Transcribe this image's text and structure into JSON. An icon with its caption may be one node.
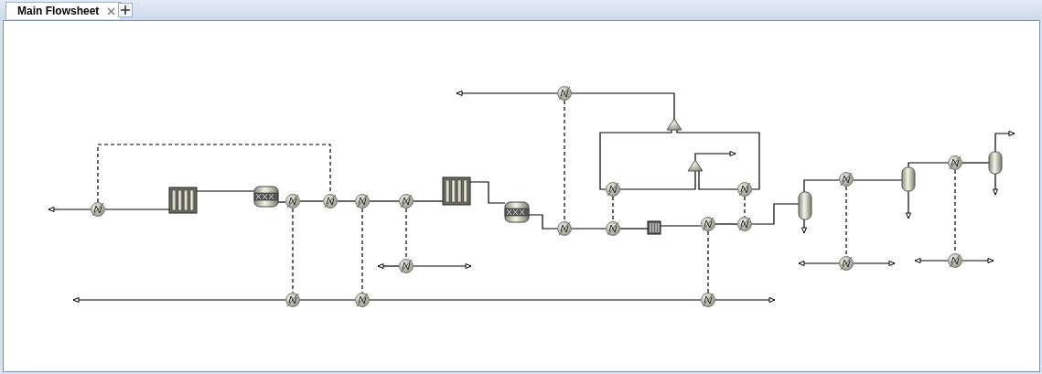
{
  "diagram": {
    "nodes": [
      {
        "text": [],
        "shape": "picture"
      },
      {
        "text": [],
        "shape": "picture"
      },
      {
        "text": [],
        "shape": "picture"
      },
      {
        "text": [],
        "shape": "picture"
      },
      {
        "text": [],
        "shape": "picture"
      },
      {
        "text": [],
        "shape": "picture"
      },
      {
        "text": [],
        "shape": "picture"
      },
      {
        "text": [],
        "shape": "picture"
      },
      {
        "text": [],
        "shape": "picture"
      },
      {
        "text": [],
        "shape": "picture"
      },
      {
        "text": [],
        "shape": "picture"
      },
      {
        "text": [],
        "shape": "picture"
      },
      {
        "text": [],
        "shape": "picture"
      },
      {
        "text": [],
        "shape": "picture"
      },
      {
        "text": [],
        "shape": "picture"
      },
      {
        "text": [],
        "shape": "triangle"
      },
      {
        "text": [],
        "shape": "triangle"
      },
      {
        "text": [],
        "shape": "picture"
      },
      {
        "text": [],
        "shape": "picture"
      },
      {
        "text": [],
        "shape": "picture"
      },
      {
        "text": [],
        "shape": "picture"
      },
      {
        "text": [],
        "shape": "picture"
      },
      {
        "text": [],
        "shape": "picture"
      },
      {
        "text": [],
        "shape": "picture"
      },
      {
        "text": [],
        "shape": "picture"
      },
      {
        "text": [],
        "shape": "picture"
      },
      {
        "text": [],
        "shape": "picture"
      },
      {
        "text": [],
        "shape": "picture"
      },
      {
        "text": [],
        "shape": "picture"
      },
      {
        "text": [],
        "shape": "picture"
      }
    ],
    "edges": [
      {
        "from": 0,
        "to": null,
        "arrow": "to"
      },
      {
        "from": 0,
        "to": 1,
        "arrow": "none"
      },
      {
        "from": 1,
        "to": 2,
        "arrow": "none"
      },
      {
        "from": 2,
        "to": 3,
        "arrow": "none"
      },
      {
        "from": 3,
        "to": 4,
        "arrow": "none"
      },
      {
        "from": 4,
        "to": 5,
        "arrow": "none"
      },
      {
        "from": 5,
        "to": 6,
        "arrow": "none"
      },
      {
        "from": 6,
        "to": 7,
        "arrow": "none"
      },
      {
        "from": 7,
        "to": 8,
        "arrow": "none"
      },
      {
        "from": 8,
        "to": 9,
        "arrow": "none"
      },
      {
        "from": 9,
        "to": 10,
        "arrow": "none"
      },
      {
        "from": 10,
        "to": 11,
        "arrow": "none"
      },
      {
        "from": 11,
        "to": 12,
        "arrow": "none"
      },
      {
        "from": 12,
        "to": 13,
        "arrow": "none"
      },
      {
        "from": 13,
        "to": 23,
        "arrow": "none"
      },
      {
        "from": 23,
        "to": 24,
        "arrow": "none"
      },
      {
        "from": 23,
        "to": null,
        "arrow": "to"
      },
      {
        "from": 24,
        "to": 25,
        "arrow": "none"
      },
      {
        "from": 25,
        "to": 26,
        "arrow": "none"
      },
      {
        "from": 25,
        "to": null,
        "arrow": "to"
      },
      {
        "from": 26,
        "to": 27,
        "arrow": "none"
      },
      {
        "from": 27,
        "to": null,
        "arrow": "to"
      },
      {
        "from": 27,
        "to": null,
        "arrow": "to"
      },
      {
        "from": 15,
        "to": 14,
        "arrow": "none"
      },
      {
        "from": 14,
        "to": null,
        "arrow": "to"
      },
      {
        "from": 17,
        "to": 15,
        "arrow": "none"
      },
      {
        "from": 18,
        "to": 15,
        "arrow": "none"
      },
      {
        "from": 17,
        "to": 16,
        "arrow": "none"
      },
      {
        "from": 16,
        "to": 18,
        "arrow": "none"
      },
      {
        "from": 16,
        "to": null,
        "arrow": "to"
      },
      {
        "from": 19,
        "to": null,
        "arrow": "to"
      },
      {
        "from": 19,
        "to": null,
        "arrow": "to"
      },
      {
        "from": 20,
        "to": null,
        "arrow": "to"
      },
      {
        "from": 20,
        "to": 21,
        "arrow": "none"
      },
      {
        "from": 21,
        "to": 22,
        "arrow": "none"
      },
      {
        "from": 22,
        "to": null,
        "arrow": "to"
      },
      {
        "from": 28,
        "to": null,
        "arrow": "to"
      },
      {
        "from": 28,
        "to": null,
        "arrow": "to"
      },
      {
        "from": 29,
        "to": null,
        "arrow": "to"
      },
      {
        "from": 29,
        "to": null,
        "arrow": "to"
      },
      {
        "from": 0,
        "to": 4,
        "arrow": "none",
        "style": "dashed"
      },
      {
        "from": 3,
        "to": 20,
        "arrow": "none",
        "style": "dashed"
      },
      {
        "from": 5,
        "to": 21,
        "arrow": "none",
        "style": "dashed"
      },
      {
        "from": 6,
        "to": 19,
        "arrow": "none",
        "style": "dashed"
      },
      {
        "from": 14,
        "to": 9,
        "arrow": "none",
        "style": "dashed"
      },
      {
        "from": 17,
        "to": 10,
        "arrow": "none",
        "style": "dashed"
      },
      {
        "from": 18,
        "to": 13,
        "arrow": "none",
        "style": "dashed"
      },
      {
        "from": 12,
        "to": 22,
        "arrow": "none",
        "style": "dashed"
      },
      {
        "from": 24,
        "to": 28,
        "arrow": "none",
        "style": "dashed"
      },
      {
        "from": 26,
        "to": 29,
        "arrow": "none",
        "style": "dashed"
      }
    ],
    "labels": [
      "Main Flowsheet"
    ]
  }
}
